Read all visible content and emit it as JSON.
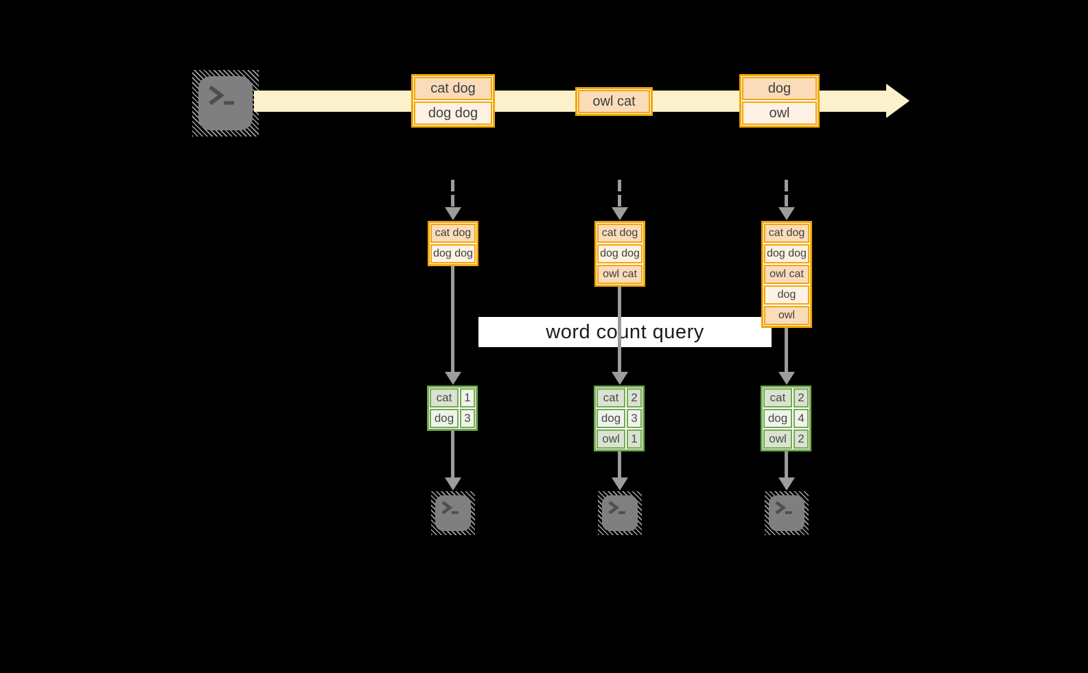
{
  "query": {
    "label": "word count query"
  },
  "stream": {
    "source_icon": "terminal-icon",
    "events": [
      {
        "lines": [
          "cat dog",
          "dog dog"
        ]
      },
      {
        "lines": [
          "owl cat"
        ]
      },
      {
        "lines": [
          "dog",
          "owl"
        ]
      }
    ]
  },
  "columns": [
    {
      "batch": [
        "cat dog",
        "dog dog"
      ],
      "counts": [
        {
          "word": "cat",
          "count": "1"
        },
        {
          "word": "dog",
          "count": "3"
        }
      ],
      "sink_icon": "terminal-icon"
    },
    {
      "batch": [
        "cat dog",
        "dog dog",
        "owl cat"
      ],
      "counts": [
        {
          "word": "cat",
          "count": "2"
        },
        {
          "word": "dog",
          "count": "3"
        },
        {
          "word": "owl",
          "count": "1"
        }
      ],
      "sink_icon": "terminal-icon"
    },
    {
      "batch": [
        "cat dog",
        "dog dog",
        "owl cat",
        "dog",
        "owl"
      ],
      "counts": [
        {
          "word": "cat",
          "count": "2"
        },
        {
          "word": "dog",
          "count": "4"
        },
        {
          "word": "owl",
          "count": "2"
        }
      ],
      "sink_icon": "terminal-icon"
    }
  ],
  "colors": {
    "background": "#000000",
    "accent_orange": "#F2A604",
    "fill_peach": "#FADCBB",
    "fill_cream": "#FDF2E3",
    "stream_band": "#FCF1CA",
    "accent_green": "#73A950",
    "fill_sage": "#D9E3D0",
    "fill_lightgreen": "#EFF4EB",
    "arrow_gray": "#9C9C9C",
    "terminal_gray": "#7F7F7F"
  }
}
